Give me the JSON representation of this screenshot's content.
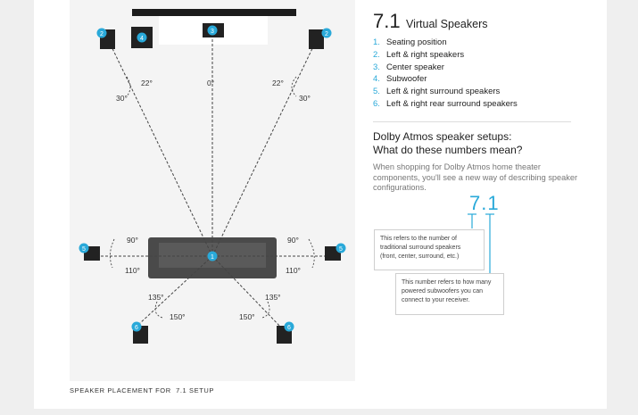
{
  "title": {
    "number": "7.1",
    "text": "Virtual Speakers"
  },
  "legend": [
    {
      "n": "1.",
      "label": "Seating position"
    },
    {
      "n": "2.",
      "label": "Left & right speakers"
    },
    {
      "n": "3.",
      "label": "Center speaker"
    },
    {
      "n": "4.",
      "label": "Subwoofer"
    },
    {
      "n": "5.",
      "label": "Left & right surround speakers"
    },
    {
      "n": "6.",
      "label": "Left & right rear surround speakers"
    }
  ],
  "question": {
    "line1": "Dolby Atmos speaker setups:",
    "line2": "What do these numbers mean?"
  },
  "description": "When shopping for Dolby Atmos home theater components, you'll see a new way of describing speaker configurations.",
  "big_number": "7.1",
  "explain1": "This refers to the number of traditional surround speakers (front, center, surround, etc.)",
  "explain2": "This number refers to how many powered subwoofers you can connect to your receiver.",
  "caption": "SPEAKER PLACEMENT FOR  7.1 SETUP",
  "diagram": {
    "badges": {
      "seat": "1",
      "front_left": "2",
      "front_right": "2",
      "center": "3",
      "sub": "4",
      "surround_left": "5",
      "surround_right": "5",
      "rear_left": "6",
      "rear_right": "6"
    },
    "angles": {
      "center": "0°",
      "front_left_inner": "22°",
      "front_left_outer": "30°",
      "front_right_inner": "22°",
      "front_right_outer": "30°",
      "side_left_a": "90°",
      "side_left_b": "110°",
      "side_right_a": "90°",
      "side_right_b": "110°",
      "rear_left_a": "135°",
      "rear_left_b": "150°",
      "rear_right_a": "135°",
      "rear_right_b": "150°"
    }
  },
  "colors": {
    "accent": "#29a9d9",
    "sofa": "#4a4a4a",
    "speaker": "#222222"
  }
}
